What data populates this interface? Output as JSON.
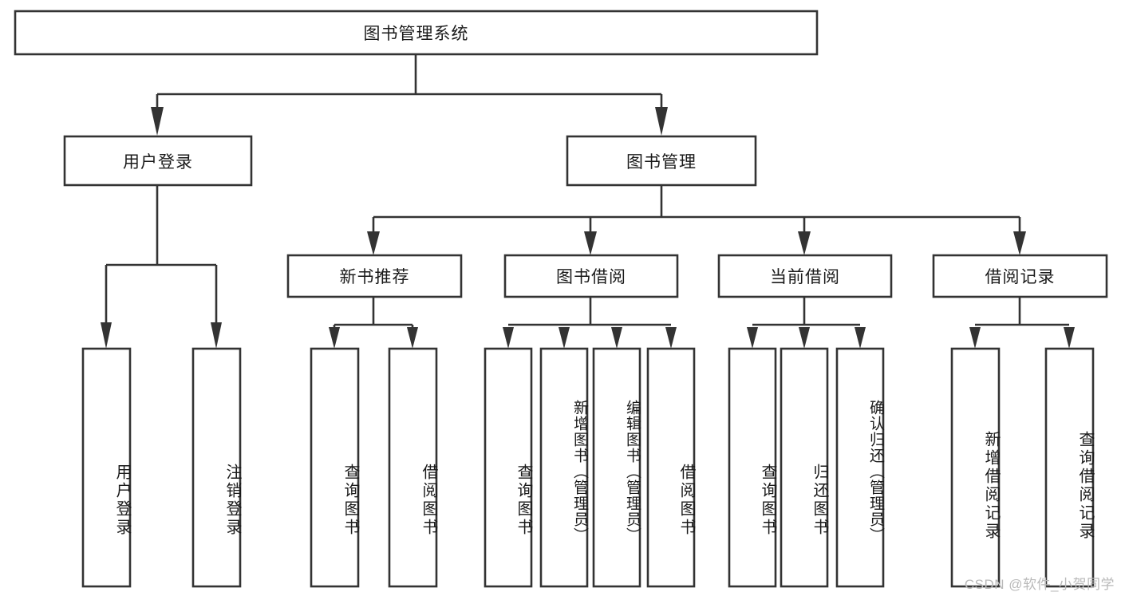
{
  "diagram": {
    "type": "tree-hierarchy",
    "title": "图书管理系统",
    "watermark": "CSDN @软件_小贺同学",
    "colors": {
      "stroke": "#333333",
      "fill": "#ffffff",
      "text": "#1a1a1a",
      "watermark": "#b9b9b9",
      "background": "#ffffff"
    },
    "levels": {
      "root": {
        "label": "图书管理系统"
      },
      "level1": [
        {
          "label": "用户登录"
        },
        {
          "label": "图书管理"
        }
      ],
      "level2": [
        {
          "label": "新书推荐"
        },
        {
          "label": "图书借阅"
        },
        {
          "label": "当前借阅"
        },
        {
          "label": "借阅记录"
        }
      ]
    },
    "leaves": {
      "user_login": [
        {
          "label": "用户登录"
        },
        {
          "label": "注销登录"
        }
      ],
      "new_book_recommend": [
        {
          "label": "查询图书"
        },
        {
          "label": "借阅图书"
        }
      ],
      "book_borrow": [
        {
          "label": "查询图书"
        },
        {
          "label": "新增图书（管理员）"
        },
        {
          "label": "编辑图书（管理员）"
        },
        {
          "label": "借阅图书"
        }
      ],
      "current_borrow": [
        {
          "label": "查询图书"
        },
        {
          "label": "归还图书"
        },
        {
          "label": "确认归还（管理员）"
        }
      ],
      "borrow_record": [
        {
          "label": "新增借阅记录"
        },
        {
          "label": "查询借阅记录"
        }
      ]
    }
  }
}
